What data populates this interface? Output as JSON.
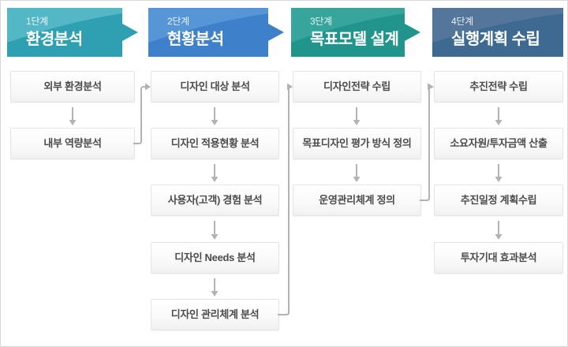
{
  "diagram": {
    "stages": [
      {
        "step": "1단계",
        "title": "환경분석",
        "color_light": "#54b7c5",
        "color_dark": "#2fa0b2",
        "boxes": [
          "외부 환경분석",
          "내부 역량분석"
        ]
      },
      {
        "step": "2단계",
        "title": "현황분석",
        "color_light": "#5696d6",
        "color_dark": "#3f80ca",
        "boxes": [
          "디자인 대상 분석",
          "디자인 적용현황 분석",
          "사용자(고객) 경험 분석",
          "디자인 Needs 분석",
          "디자인 관리체계 분석"
        ]
      },
      {
        "step": "3단계",
        "title": "목표모델 설계",
        "color_light": "#37a59c",
        "color_dark": "#21948b",
        "boxes": [
          "디자인전략 수립",
          "목표디자인 평가 방식 정의",
          "운영관리체계 정의"
        ]
      },
      {
        "step": "4단계",
        "title": "실행계획 수립",
        "color_light": "#53769a",
        "color_dark": "#3e6a91",
        "boxes": [
          "추진전략 수립",
          "소요자원/투자금액 산출",
          "추진일정 계획수립",
          "투자기대 효과분석"
        ]
      }
    ],
    "flow_color": "#b3b3b3"
  }
}
